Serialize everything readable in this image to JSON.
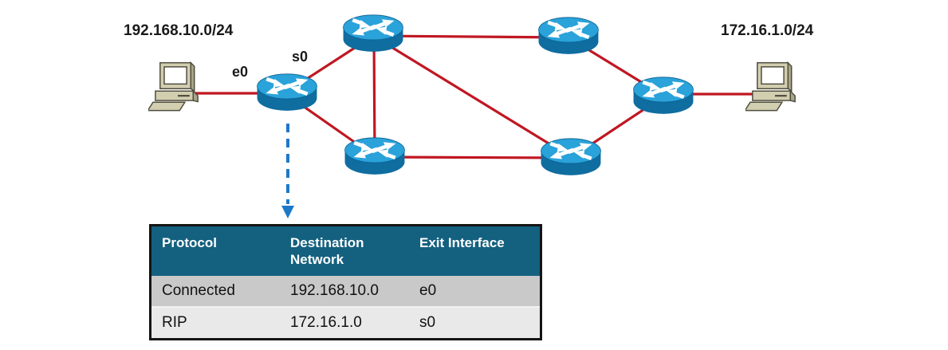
{
  "diagram": {
    "left_network_label": "192.168.10.0/24",
    "right_network_label": "172.16.1.0/24",
    "e0_label": "e0",
    "s0_label": "s0",
    "icons": {
      "router": "cisco-router-icon",
      "workstation": "workstation-icon",
      "pointer": "dashed-down-arrow-icon"
    },
    "colors": {
      "link_red": "#c01722",
      "router_top_blue": "#2aa2da",
      "router_side_blue": "#0f6da0",
      "arrow_blue": "#1e78c8",
      "table_header_teal": "#14607f",
      "table_row1_gray": "#c9c9c9",
      "table_row2_gray": "#e9e9e9"
    }
  },
  "routing_table": {
    "columns": [
      "Protocol",
      "Destination Network",
      "Exit Interface"
    ],
    "rows": [
      {
        "protocol": "Connected",
        "destination_network": "192.168.10.0",
        "exit_interface": "e0"
      },
      {
        "protocol": "RIP",
        "destination_network": "172.16.1.0",
        "exit_interface": "s0"
      }
    ]
  }
}
